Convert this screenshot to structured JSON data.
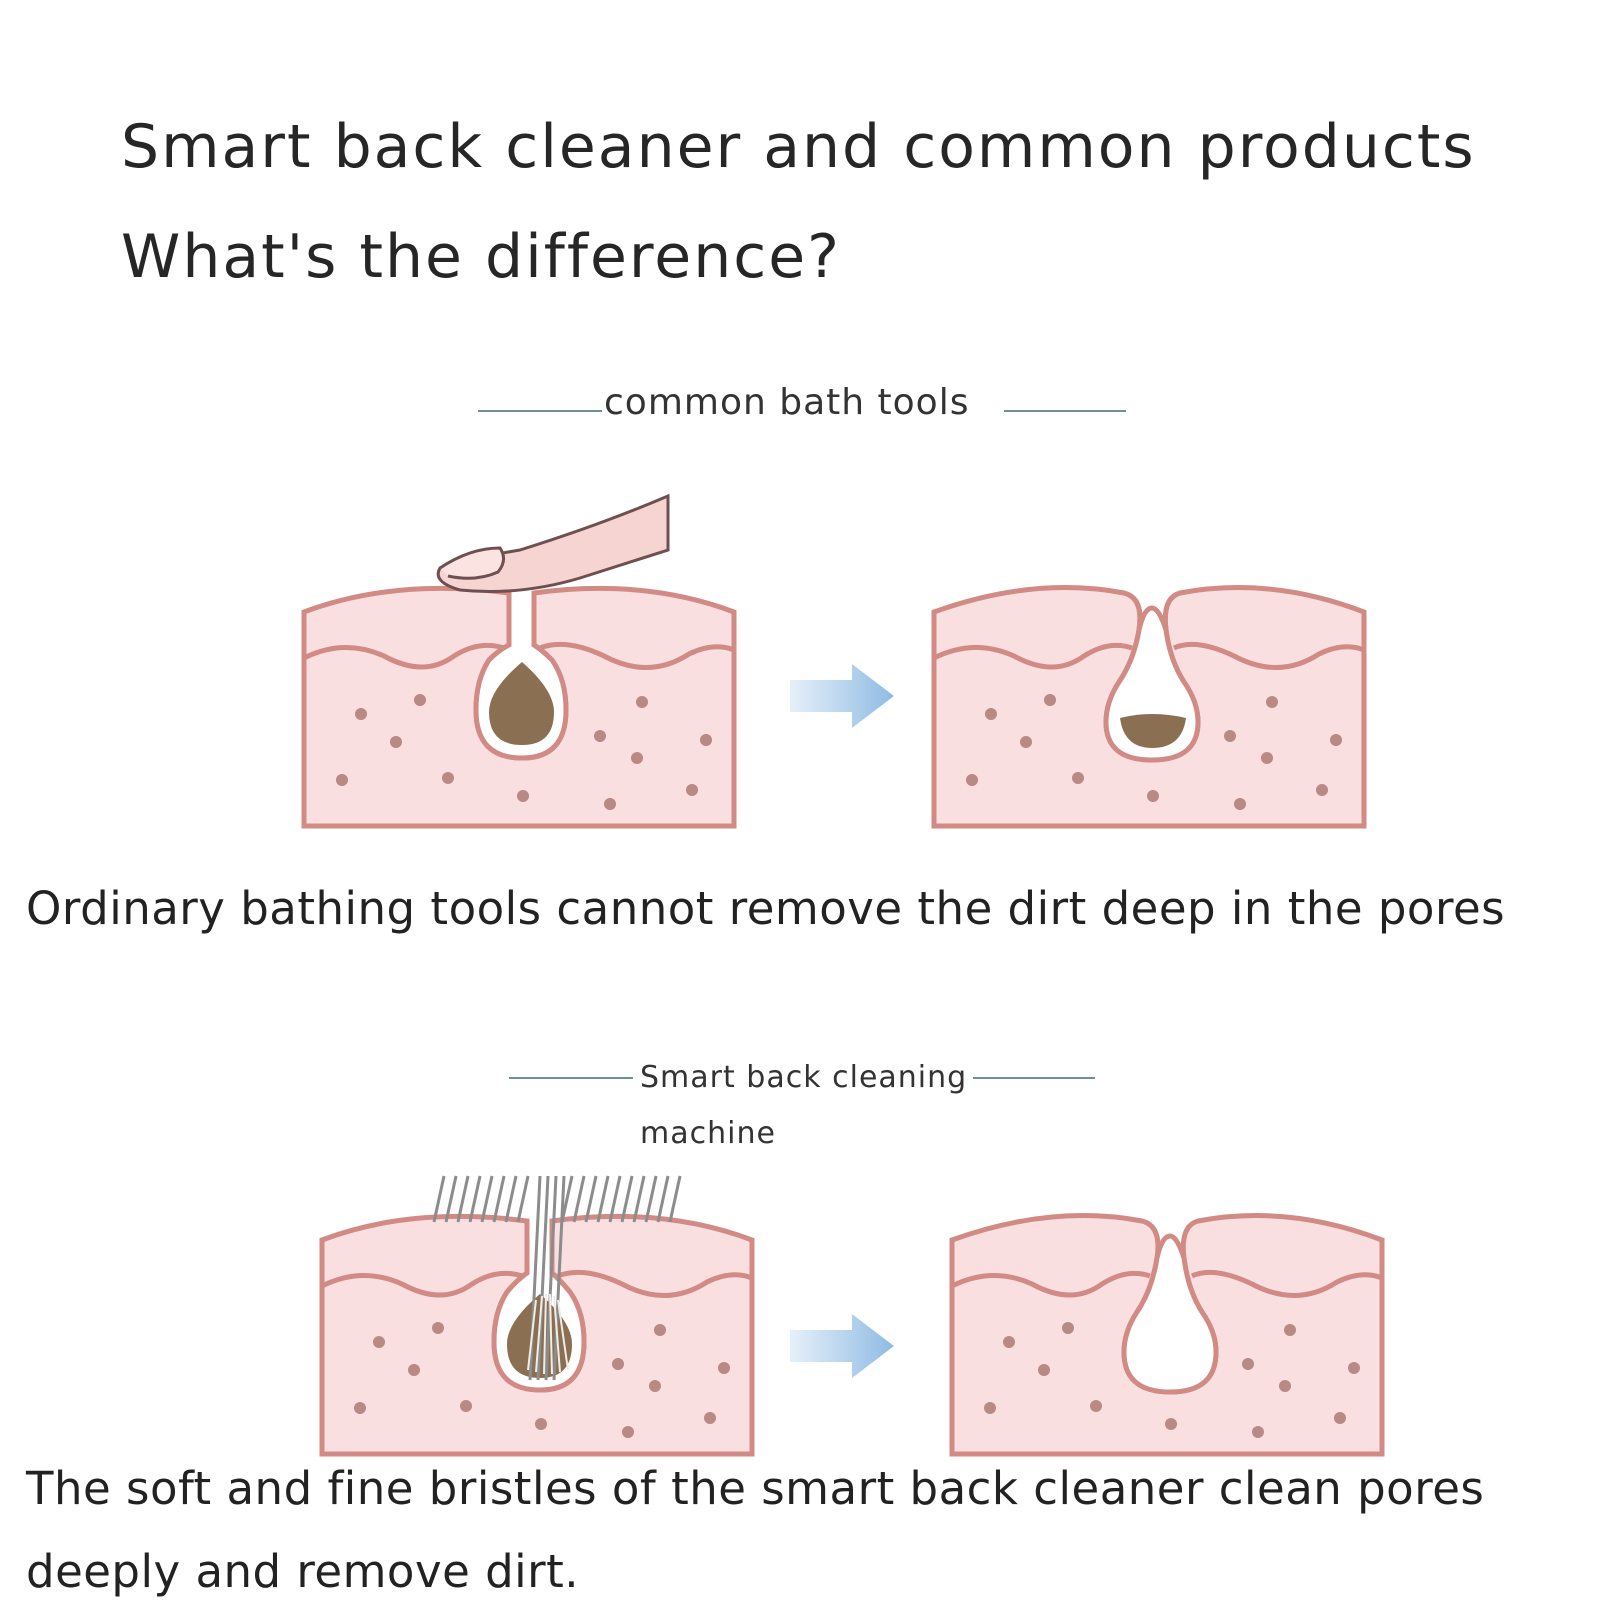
{
  "heading": {
    "line1": "Smart back cleaner and common products",
    "line2": "What's the difference?"
  },
  "section_common": {
    "label": "common bath tools",
    "caption": "Ordinary bathing tools cannot remove the dirt deep in the pores"
  },
  "section_smart": {
    "label_line1": "Smart back cleaning",
    "label_line2": "machine",
    "caption_line1": "The soft and fine bristles of the smart back cleaner clean pores",
    "caption_line2": "deeply and remove dirt."
  },
  "colors": {
    "skin_fill": "#f9dfe0",
    "skin_outline": "#d28a85",
    "dirt": "#8b6f52",
    "arrow": "#a9cbe8",
    "rule": "#6f8f94"
  },
  "icons": {
    "finger": "finger-icon",
    "bristles": "bristles-icon",
    "arrow": "arrow-right-icon"
  }
}
